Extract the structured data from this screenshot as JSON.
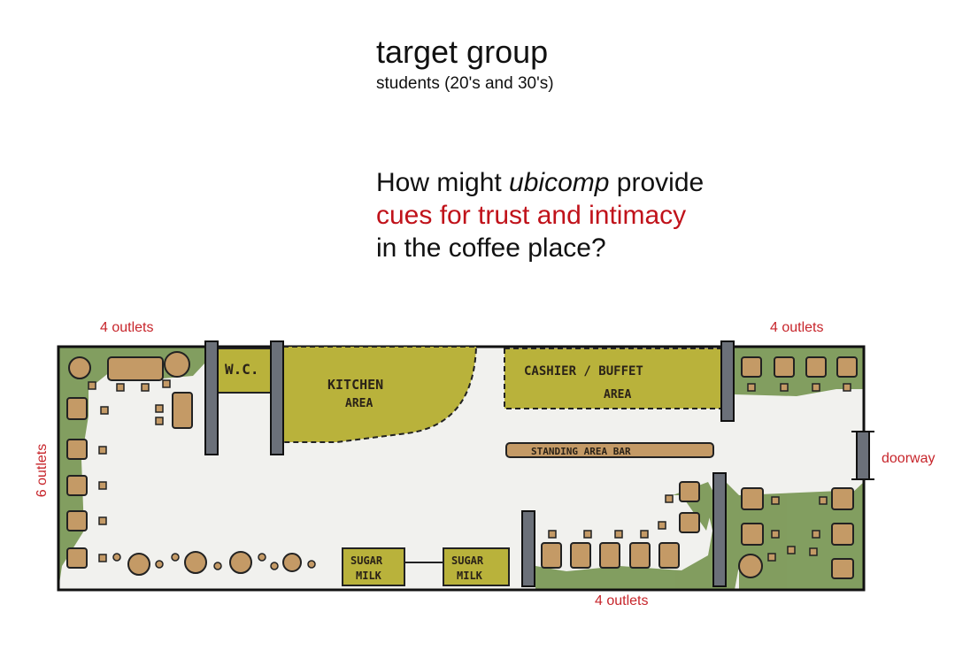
{
  "header": {
    "title": "target group",
    "subtitle": "students (20's and 30's)"
  },
  "question": {
    "line1_prefix": "How might ",
    "line1_em": "ubicomp",
    "line1_suffix": " provide",
    "line2": "cues for trust and intimacy",
    "line3": "in the coffee place?"
  },
  "floorplan": {
    "outlets_top_left": "4 outlets",
    "outlets_top_right": "4 outlets",
    "outlets_bottom": "4 outlets",
    "outlets_left": "6 outlets",
    "doorway": "doorway",
    "wc": "W.C.",
    "kitchen_line1": "KITCHEN",
    "kitchen_line2": "AREA",
    "cashier_line1": "CASHIER / BUFFET",
    "cashier_line2": "AREA",
    "standing_bar": "STANDING AREA BAR",
    "sugar1_line1": "SUGAR",
    "sugar1_line2": "MILK",
    "sugar2_line1": "SUGAR",
    "sugar2_line2": "MILK"
  },
  "colors": {
    "highlight_red": "#c7252b",
    "question_red": "#c0121a",
    "outlet_green": "#6f8f47",
    "area_olive": "#b9b23b",
    "furniture_tan": "#c49a66",
    "floor": "#f1f1ee",
    "wall_gray": "#6b7079"
  }
}
